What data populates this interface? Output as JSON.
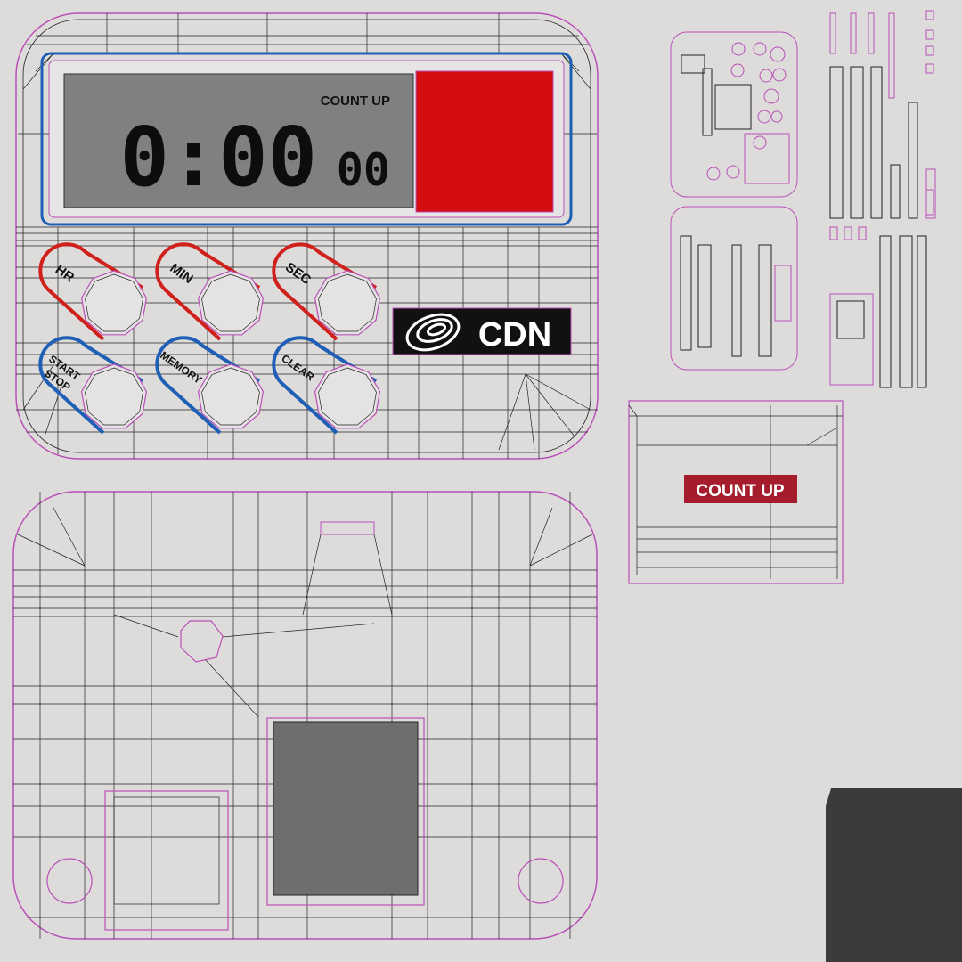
{
  "display": {
    "mode_label": "COUNT UP",
    "time_main": "0:00",
    "time_sub": "00"
  },
  "buttons": [
    {
      "id": "hr",
      "label": "HR",
      "color": "#d0201c"
    },
    {
      "id": "min",
      "label": "MIN",
      "color": "#d0201c"
    },
    {
      "id": "sec",
      "label": "SEC",
      "color": "#d0201c"
    },
    {
      "id": "start",
      "label": "START",
      "label2": "STOP",
      "color": "#1f5fb5"
    },
    {
      "id": "memory",
      "label": "MEMORY",
      "color": "#1f5fb5"
    },
    {
      "id": "clear",
      "label": "CLEAR",
      "color": "#1f5fb5"
    }
  ],
  "brand": {
    "name": "CDN"
  },
  "side_label": {
    "text": "COUNT UP"
  },
  "colors": {
    "background": "#dedcdb",
    "wire": "#111111",
    "seam": "#b94fb9",
    "lcd": "#7e817f",
    "accent_red": "#d40c12",
    "accent_blue": "#1f5fb5",
    "label_bg": "#a51d2c",
    "back_window": "#6e6e6e",
    "corner_block": "#3b3a3c"
  }
}
